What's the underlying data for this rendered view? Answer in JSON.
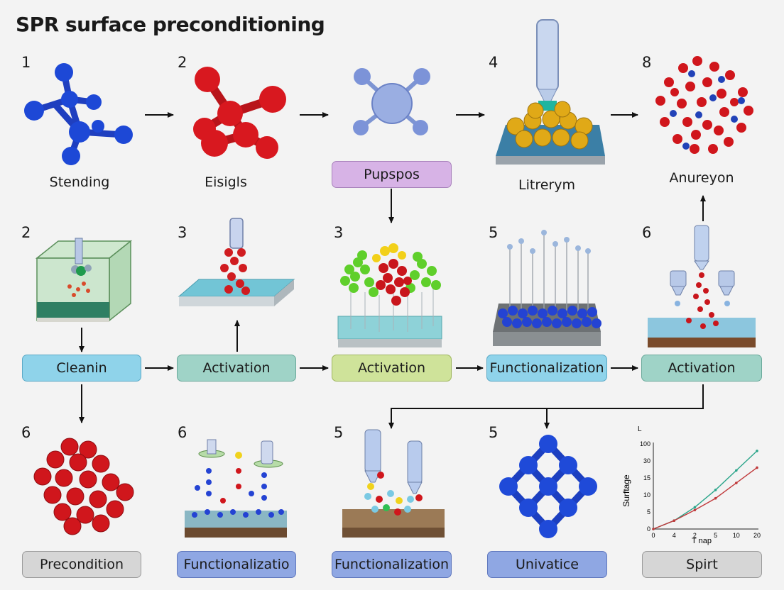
{
  "title": "SPR surface preconditioning",
  "row1": {
    "numbers": [
      "1",
      "2",
      "4",
      "8"
    ],
    "captions": [
      "Stending",
      "Eisigls",
      "Litrerym",
      "Anureyon"
    ],
    "box": "Pupspos"
  },
  "row2": {
    "numbers": [
      "2",
      "3",
      "3",
      "5",
      "6"
    ],
    "boxes": [
      "Cleanin",
      "Activation",
      "Activation",
      "Functionalization",
      "Activation"
    ]
  },
  "row3": {
    "numbers": [
      "6",
      "6",
      "5",
      "5"
    ],
    "boxes": [
      "Precondition",
      "Functionalizatio",
      "Functionalization",
      "Univatice",
      "Spirt"
    ]
  },
  "chart_data": {
    "type": "line",
    "top_label": "L",
    "ylabel": "Surftage",
    "xlabel": "T nap",
    "x_ticks": [
      "0",
      "4",
      "2",
      "5",
      "10",
      "20"
    ],
    "y_ticks": [
      "0",
      "5",
      "10",
      "15",
      "30",
      "100"
    ],
    "series": [
      {
        "color": "#2aa58a",
        "values": [
          0,
          3,
          7.8,
          14,
          21,
          28
        ]
      },
      {
        "color": "#c0393b",
        "values": [
          0,
          3,
          6.8,
          11,
          16.5,
          22
        ]
      }
    ],
    "ylim": [
      0,
      30
    ]
  }
}
